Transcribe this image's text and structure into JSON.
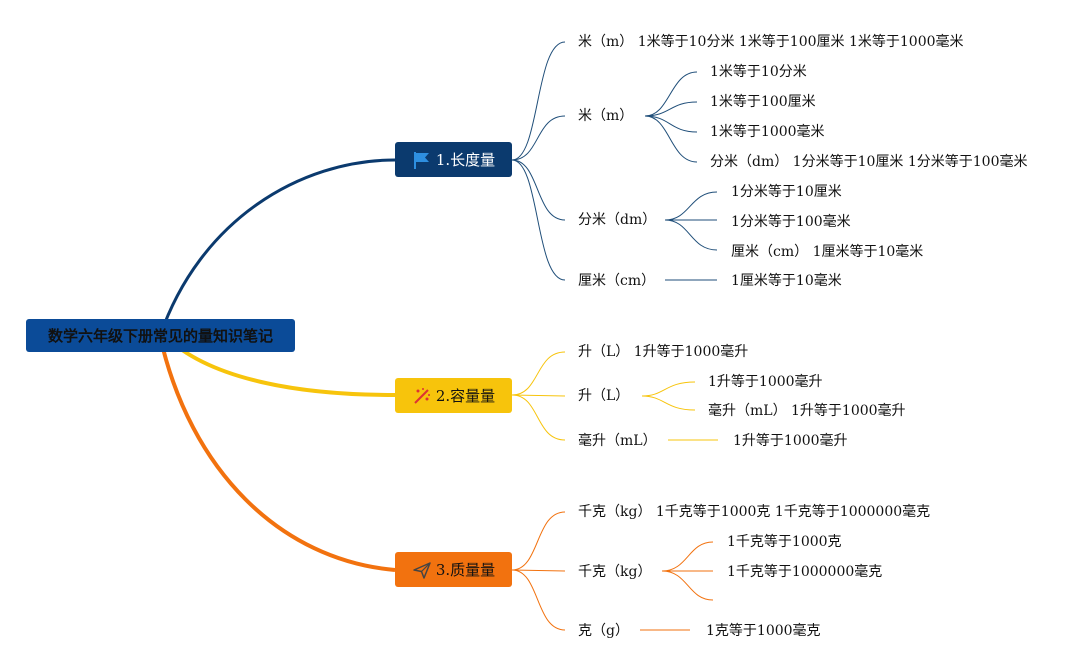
{
  "root": {
    "label": "数学六年级下册常见的量知识笔记"
  },
  "branches": [
    {
      "label": "1.长度量",
      "icon": "flag-icon",
      "color": "#0b3a6e"
    },
    {
      "label": "2.容量量",
      "icon": "sparkle-icon",
      "color": "#f7c40c"
    },
    {
      "label": "3.质量量",
      "icon": "paper-plane-icon",
      "color": "#f2720f"
    }
  ],
  "length": {
    "t1": "米（m） 1米等于10分米 1米等于100厘米 1米等于1000毫米",
    "t2": "米（m）",
    "t2_children": [
      "1米等于10分米",
      "1米等于100厘米",
      "1米等于1000毫米",
      "分米（dm） 1分米等于10厘米 1分米等于100毫米"
    ],
    "t3": "分米（dm）",
    "t3_children": [
      "1分米等于10厘米",
      "1分米等于100毫米",
      "厘米（cm） 1厘米等于10毫米"
    ],
    "t4": "厘米（cm）",
    "t4_child": "1厘米等于10毫米"
  },
  "capacity": {
    "t1": "升（L） 1升等于1000毫升",
    "t2": "升（L）",
    "t2_children": [
      "1升等于1000毫升",
      "毫升（mL） 1升等于1000毫升"
    ],
    "t3": "毫升（mL）",
    "t3_child": "1升等于1000毫升"
  },
  "mass": {
    "t1": "千克（kg） 1千克等于1000克 1千克等于1000000毫克",
    "t2": "千克（kg）",
    "t2_children": [
      "1千克等于1000克",
      "1千克等于1000000毫克"
    ],
    "t3": "克（g）",
    "t3_child": "1克等于1000毫克"
  }
}
